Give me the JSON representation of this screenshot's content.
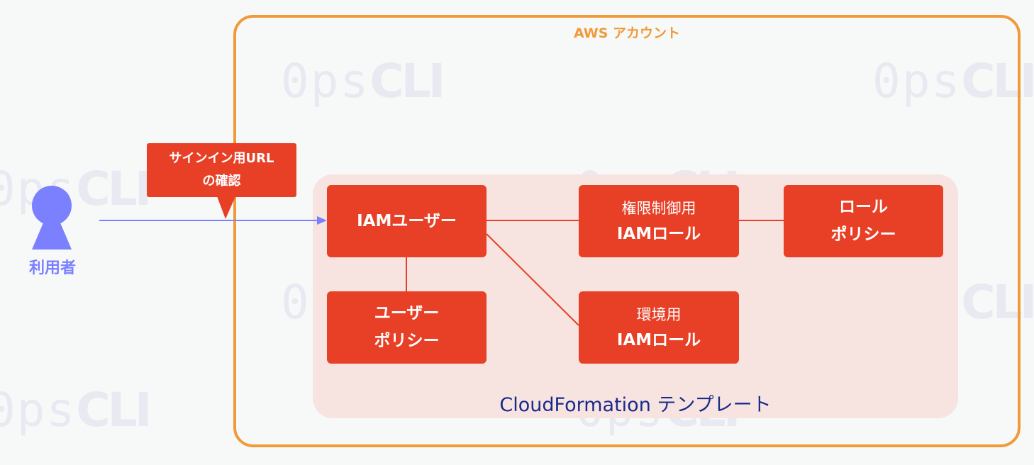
{
  "watermark": {
    "mono": "0ps",
    "bold": "CLI"
  },
  "account": {
    "label": "AWS アカウント"
  },
  "template": {
    "label": "CloudFormation テンプレート"
  },
  "user": {
    "label": "利用者"
  },
  "callout": {
    "line1": "サインイン用URL",
    "line2": "の確認"
  },
  "nodes": {
    "iam_user": {
      "label": "IAMユーザー"
    },
    "user_policy": {
      "line1": "ユーザー",
      "line2": "ポリシー"
    },
    "control_role": {
      "line1": "権限制御用",
      "line2": "IAMロール"
    },
    "role_policy": {
      "line1": "ロール",
      "line2": "ポリシー"
    },
    "env_role": {
      "line1": "環境用",
      "line2": "IAMロール"
    }
  },
  "colors": {
    "node": "#e74026",
    "account_border": "#f09a3a",
    "template_bg": "#f7e4e0",
    "user": "#7b80ff",
    "template_text": "#1a2a8a"
  }
}
